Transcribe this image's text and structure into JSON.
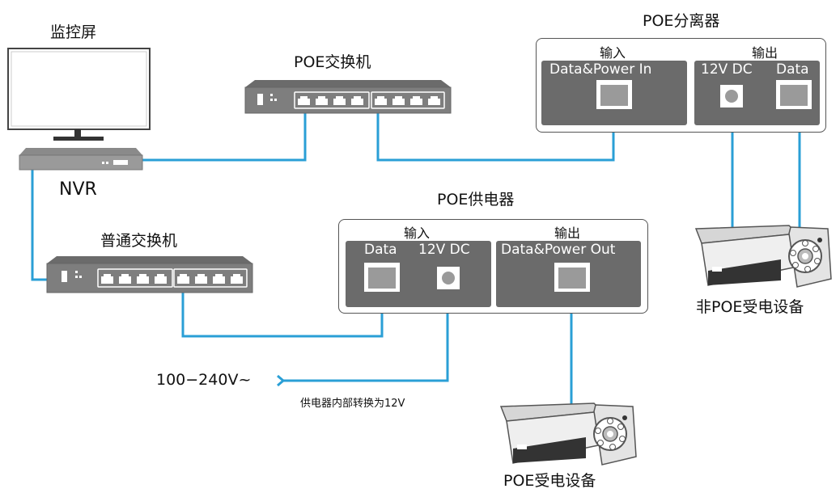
{
  "labels": {
    "monitor": "监控屏",
    "nvr": "NVR",
    "poe_switch": "POE交换机",
    "normal_switch": "普通交换机",
    "poe_splitter": "POE分离器",
    "poe_injector": "POE供电器",
    "non_poe_device": "非POE受电设备",
    "poe_device": "POE受电设备",
    "mains_voltage": "100−240V~",
    "injector_note": "供电器内部转换为12V"
  },
  "splitter": {
    "input_header": "输入",
    "output_header": "输出",
    "port_in": "Data&Power In",
    "port_dc": "12V DC",
    "port_data": "Data"
  },
  "injector": {
    "input_header": "输入",
    "output_header": "输出",
    "port_data": "Data",
    "port_dc": "12V DC",
    "port_out": "Data&Power Out"
  },
  "colors": {
    "cable": "#2a9fd6",
    "device_gray": "#6b6b6b",
    "panel_dark": "#6b6b6b"
  }
}
